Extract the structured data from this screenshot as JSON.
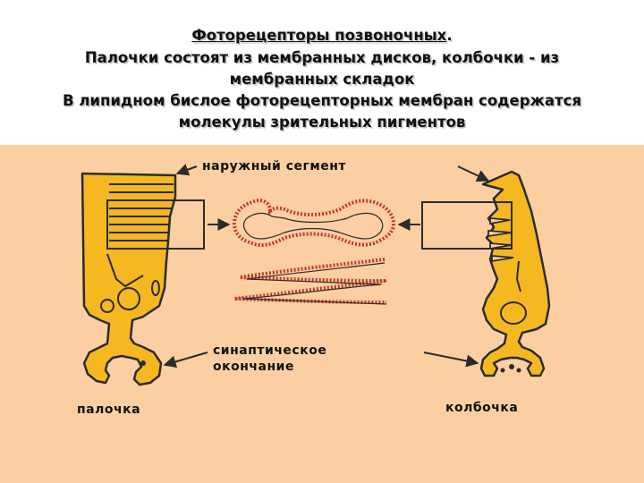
{
  "header": {
    "title": "Фоторецепторы позвоночных",
    "title_suffix": ".",
    "line2": "Палочки состоят из мембранных дисков, колбочки - из",
    "line3": "мембранных складок",
    "line4": "В липидном бислое фоторецепторных мембран содержатся",
    "line5": "молекулы зрительных пигментов"
  },
  "diagram": {
    "label_outer_segment": "наружный сегмент",
    "label_synaptic_1": "синаптическое",
    "label_synaptic_2": "окончание",
    "label_rod": "палочка",
    "label_cone": "колбочка"
  },
  "colors": {
    "background": "#fbcfa1",
    "cell_fill": "#f5b820",
    "outline": "#2b2b2b",
    "membrane_red": "#c0392b"
  }
}
